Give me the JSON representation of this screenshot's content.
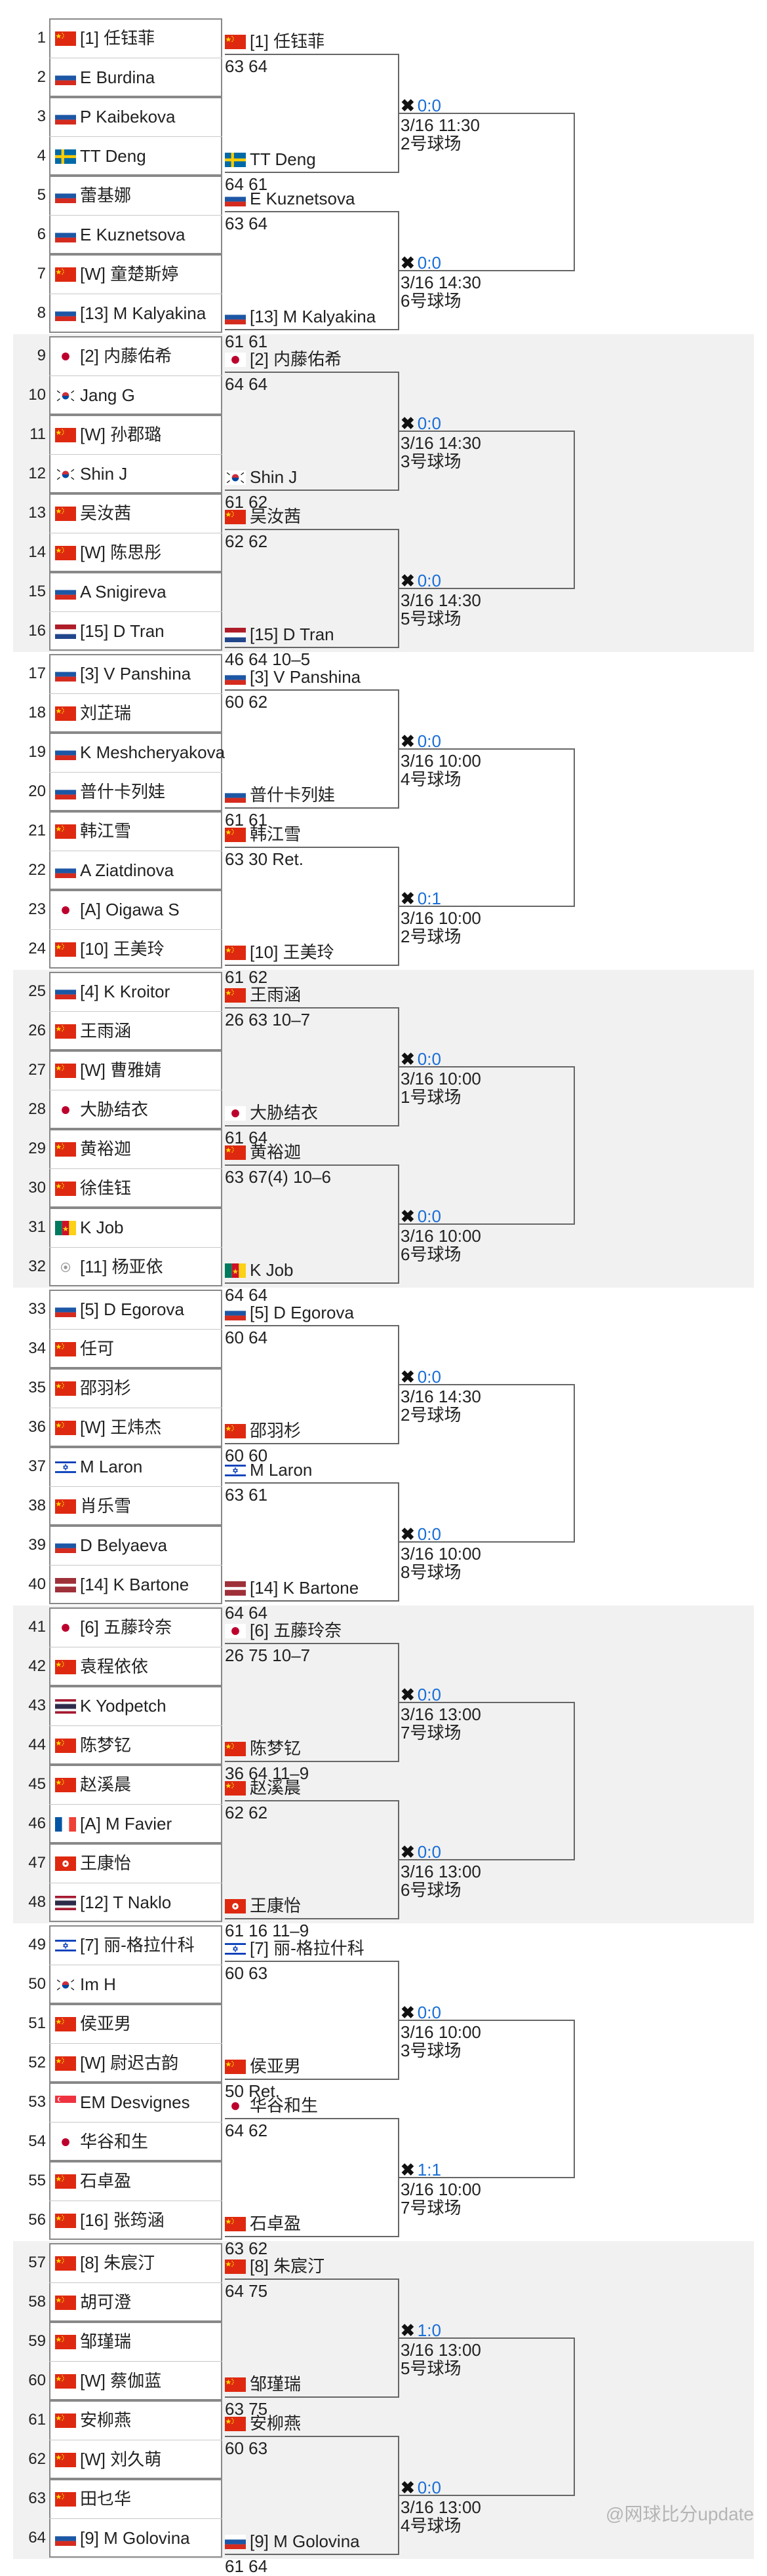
{
  "draw": {
    "players": [
      {
        "n": "1",
        "name": "[1] 任钰菲",
        "flag": "cn"
      },
      {
        "n": "2",
        "name": "E Burdina",
        "flag": "ru"
      },
      {
        "n": "3",
        "name": "P Kaibekova",
        "flag": "ru"
      },
      {
        "n": "4",
        "name": "TT Deng",
        "flag": "se"
      },
      {
        "n": "5",
        "name": "蕾基娜",
        "flag": "ru"
      },
      {
        "n": "6",
        "name": "E Kuznetsova",
        "flag": "ru"
      },
      {
        "n": "7",
        "name": "[W] 童楚斯婷",
        "flag": "cn"
      },
      {
        "n": "8",
        "name": "[13] M Kalyakina",
        "flag": "ru"
      },
      {
        "n": "9",
        "name": "[2] 内藤佑希",
        "flag": "jp"
      },
      {
        "n": "10",
        "name": "Jang G",
        "flag": "kr"
      },
      {
        "n": "11",
        "name": "[W] 孙郡璐",
        "flag": "cn"
      },
      {
        "n": "12",
        "name": "Shin J",
        "flag": "kr"
      },
      {
        "n": "13",
        "name": "吴汝茜",
        "flag": "cn"
      },
      {
        "n": "14",
        "name": "[W] 陈思彤",
        "flag": "cn"
      },
      {
        "n": "15",
        "name": "A Snigireva",
        "flag": "ru"
      },
      {
        "n": "16",
        "name": "[15] D Tran",
        "flag": "nl"
      },
      {
        "n": "17",
        "name": "[3] V Panshina",
        "flag": "ru"
      },
      {
        "n": "18",
        "name": "刘芷瑞",
        "flag": "cn"
      },
      {
        "n": "19",
        "name": "K Meshcheryakova",
        "flag": "ru"
      },
      {
        "n": "20",
        "name": "普什卡列娃",
        "flag": "ru"
      },
      {
        "n": "21",
        "name": "韩江雪",
        "flag": "cn"
      },
      {
        "n": "22",
        "name": "A Ziatdinova",
        "flag": "ru"
      },
      {
        "n": "23",
        "name": "[A] Oigawa S",
        "flag": "jp"
      },
      {
        "n": "24",
        "name": "[10] 王美玲",
        "flag": "cn"
      },
      {
        "n": "25",
        "name": "[4] K Kroitor",
        "flag": "ru"
      },
      {
        "n": "26",
        "name": "王雨涵",
        "flag": "cn"
      },
      {
        "n": "27",
        "name": "[W] 曹雅婧",
        "flag": "cn"
      },
      {
        "n": "28",
        "name": "大胁结衣",
        "flag": "jp"
      },
      {
        "n": "29",
        "name": "黄裕迦",
        "flag": "cn"
      },
      {
        "n": "30",
        "name": "徐佳钰",
        "flag": "cn"
      },
      {
        "n": "31",
        "name": "K Job",
        "flag": "cm"
      },
      {
        "n": "32",
        "name": "[11] 杨亚依",
        "flag": "un"
      },
      {
        "n": "33",
        "name": "[5] D Egorova",
        "flag": "ru"
      },
      {
        "n": "34",
        "name": "任可",
        "flag": "cn"
      },
      {
        "n": "35",
        "name": "邵羽杉",
        "flag": "cn"
      },
      {
        "n": "36",
        "name": "[W] 王炜杰",
        "flag": "cn"
      },
      {
        "n": "37",
        "name": "M Laron",
        "flag": "il"
      },
      {
        "n": "38",
        "name": "肖乐雪",
        "flag": "cn"
      },
      {
        "n": "39",
        "name": "D Belyaeva",
        "flag": "ru"
      },
      {
        "n": "40",
        "name": "[14] K Bartone",
        "flag": "lv"
      },
      {
        "n": "41",
        "name": "[6] 五藤玲奈",
        "flag": "jp"
      },
      {
        "n": "42",
        "name": "袁程依依",
        "flag": "cn"
      },
      {
        "n": "43",
        "name": "K Yodpetch",
        "flag": "th"
      },
      {
        "n": "44",
        "name": "陈梦钇",
        "flag": "cn"
      },
      {
        "n": "45",
        "name": "赵溪晨",
        "flag": "cn"
      },
      {
        "n": "46",
        "name": "[A] M Favier",
        "flag": "fr"
      },
      {
        "n": "47",
        "name": "王康怡",
        "flag": "hk"
      },
      {
        "n": "48",
        "name": "[12] T Naklo",
        "flag": "th"
      },
      {
        "n": "49",
        "name": "[7] 丽-格拉什科",
        "flag": "il"
      },
      {
        "n": "50",
        "name": "Im H",
        "flag": "kr"
      },
      {
        "n": "51",
        "name": "侯亚男",
        "flag": "cn"
      },
      {
        "n": "52",
        "name": "[W] 尉迟古韵",
        "flag": "cn"
      },
      {
        "n": "53",
        "name": "EM Desvignes",
        "flag": "sg"
      },
      {
        "n": "54",
        "name": "华谷和生",
        "flag": "jp"
      },
      {
        "n": "55",
        "name": "石卓盈",
        "flag": "cn"
      },
      {
        "n": "56",
        "name": "[16] 张筠涵",
        "flag": "cn"
      },
      {
        "n": "57",
        "name": "[8] 朱宸汀",
        "flag": "cn"
      },
      {
        "n": "58",
        "name": "胡可澄",
        "flag": "cn"
      },
      {
        "n": "59",
        "name": "邹瑾瑞",
        "flag": "cn"
      },
      {
        "n": "60",
        "name": "[W] 蔡伽蓝",
        "flag": "cn"
      },
      {
        "n": "61",
        "name": "安柳燕",
        "flag": "cn"
      },
      {
        "n": "62",
        "name": "[W] 刘久萌",
        "flag": "cn"
      },
      {
        "n": "63",
        "name": "田乜华",
        "flag": "cn"
      },
      {
        "n": "64",
        "name": "[9] M Golovina",
        "flag": "ru"
      }
    ],
    "r1": [
      {
        "winner": "[1] 任钰菲",
        "flag": "cn",
        "score": "63 64"
      },
      {
        "winner": "TT Deng",
        "flag": "se",
        "score": "64 61"
      },
      {
        "winner": "E Kuznetsova",
        "flag": "ru",
        "score": "63 64"
      },
      {
        "winner": "[13] M Kalyakina",
        "flag": "ru",
        "score": "61 61"
      },
      {
        "winner": "[2] 内藤佑希",
        "flag": "jp",
        "score": "64 64"
      },
      {
        "winner": "Shin J",
        "flag": "kr",
        "score": "61 62"
      },
      {
        "winner": "吴汝茜",
        "flag": "cn",
        "score": "62 62"
      },
      {
        "winner": "[15] D Tran",
        "flag": "nl",
        "score": "46 64 10–5"
      },
      {
        "winner": "[3] V Panshina",
        "flag": "ru",
        "score": "60 62"
      },
      {
        "winner": "普什卡列娃",
        "flag": "ru",
        "score": "61 61"
      },
      {
        "winner": "韩江雪",
        "flag": "cn",
        "score": "63 30 Ret."
      },
      {
        "winner": "[10] 王美玲",
        "flag": "cn",
        "score": "61 62"
      },
      {
        "winner": "王雨涵",
        "flag": "cn",
        "score": "26 63 10–7"
      },
      {
        "winner": "大胁结衣",
        "flag": "jp",
        "score": "61 64"
      },
      {
        "winner": "黄裕迦",
        "flag": "cn",
        "score": "63 67(4) 10–6"
      },
      {
        "winner": "K Job",
        "flag": "cm",
        "score": "64 64"
      },
      {
        "winner": "[5] D Egorova",
        "flag": "ru",
        "score": "60 64"
      },
      {
        "winner": "邵羽杉",
        "flag": "cn",
        "score": "60 60"
      },
      {
        "winner": "M Laron",
        "flag": "il",
        "score": "63 61"
      },
      {
        "winner": "[14] K Bartone",
        "flag": "lv",
        "score": "64 64"
      },
      {
        "winner": "[6] 五藤玲奈",
        "flag": "jp",
        "score": "26 75 10–7"
      },
      {
        "winner": "陈梦钇",
        "flag": "cn",
        "score": "36 64 11–9"
      },
      {
        "winner": "赵溪晨",
        "flag": "cn",
        "score": "62 62"
      },
      {
        "winner": "王康怡",
        "flag": "hk",
        "score": "61 16 11–9"
      },
      {
        "winner": "[7] 丽-格拉什科",
        "flag": "il",
        "score": "60 63"
      },
      {
        "winner": "侯亚男",
        "flag": "cn",
        "score": "50 Ret."
      },
      {
        "winner": "华谷和生",
        "flag": "jp",
        "score": "64 62"
      },
      {
        "winner": "石卓盈",
        "flag": "cn",
        "score": "63 62"
      },
      {
        "winner": "[8] 朱宸汀",
        "flag": "cn",
        "score": "64 75"
      },
      {
        "winner": "邹瑾瑞",
        "flag": "cn",
        "score": "63 75"
      },
      {
        "winner": "安柳燕",
        "flag": "cn",
        "score": "60 63"
      },
      {
        "winner": "[9] M Golovina",
        "flag": "ru",
        "score": "61 64"
      }
    ],
    "r2": [
      {
        "score": "0:0",
        "time": "3/16 11:30",
        "court": "2号球场"
      },
      {
        "score": "0:0",
        "time": "3/16 14:30",
        "court": "6号球场"
      },
      {
        "score": "0:0",
        "time": "3/16 14:30",
        "court": "3号球场"
      },
      {
        "score": "0:0",
        "time": "3/16 14:30",
        "court": "5号球场"
      },
      {
        "score": "0:0",
        "time": "3/16 10:00",
        "court": "4号球场"
      },
      {
        "score": "0:1",
        "time": "3/16 10:00",
        "court": "2号球场"
      },
      {
        "score": "0:0",
        "time": "3/16 10:00",
        "court": "1号球场"
      },
      {
        "score": "0:0",
        "time": "3/16 10:00",
        "court": "6号球场"
      },
      {
        "score": "0:0",
        "time": "3/16 14:30",
        "court": "2号球场"
      },
      {
        "score": "0:0",
        "time": "3/16 10:00",
        "court": "8号球场"
      },
      {
        "score": "0:0",
        "time": "3/16 13:00",
        "court": "7号球场"
      },
      {
        "score": "0:0",
        "time": "3/16 13:00",
        "court": "6号球场"
      },
      {
        "score": "0:0",
        "time": "3/16 10:00",
        "court": "3号球场"
      },
      {
        "score": "1:1",
        "time": "3/16 10:00",
        "court": "7号球场"
      },
      {
        "score": "1:0",
        "time": "3/16 13:00",
        "court": "5号球场"
      },
      {
        "score": "0:0",
        "time": "3/16 13:00",
        "court": "4号球场"
      }
    ],
    "watermark": "@网球比分update"
  },
  "colors": {
    "band": "#f1f1f1",
    "score_blue": "#1a6fd6",
    "line": "#666666",
    "box_border": "#888888"
  },
  "icons": {
    "versus": "crossed-rackets-icon"
  }
}
